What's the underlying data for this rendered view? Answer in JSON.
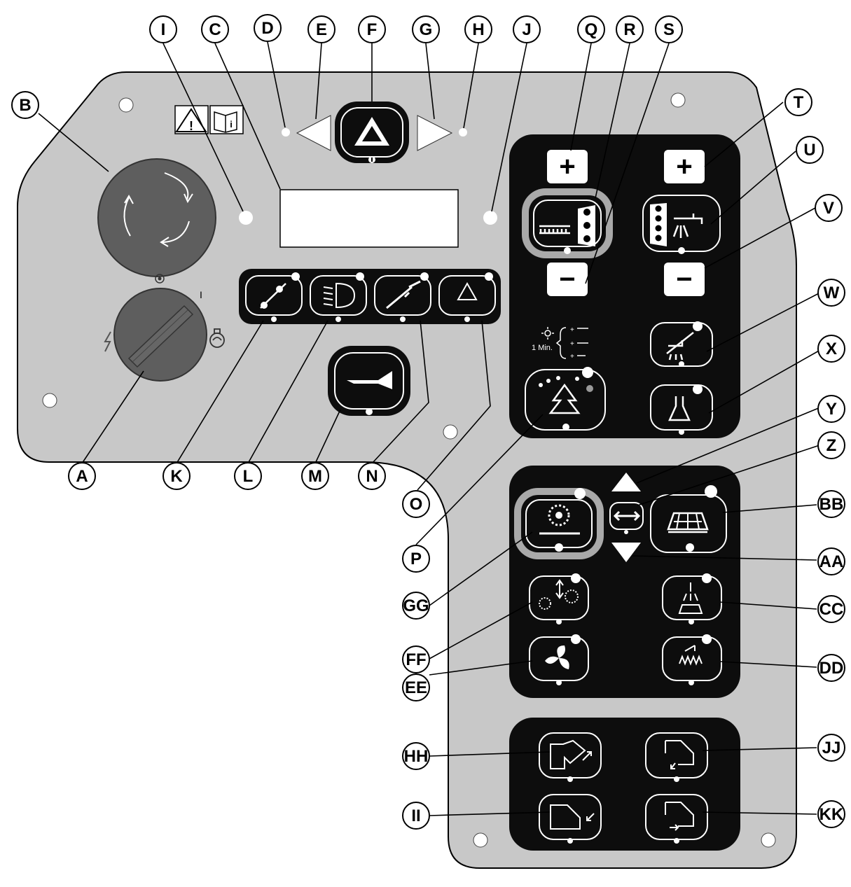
{
  "callouts": [
    "A",
    "B",
    "C",
    "D",
    "E",
    "F",
    "G",
    "H",
    "I",
    "J",
    "K",
    "L",
    "M",
    "N",
    "O",
    "P",
    "Q",
    "R",
    "S",
    "T",
    "U",
    "V",
    "W",
    "X",
    "Y",
    "Z",
    "AA",
    "BB",
    "CC",
    "DD",
    "EE",
    "FF",
    "GG",
    "HH",
    "II",
    "JJ",
    "KK"
  ],
  "panel_text": {
    "timer_label": "1 Min.",
    "plus": "+",
    "minus": "−",
    "key_off_mark": "I"
  },
  "colors": {
    "panel": "#c8c8c8",
    "knob": "#5e5e5e",
    "dark": "#0d0d0d",
    "highlight": "#a9a9a9"
  },
  "icons": {
    "A": "ignition-key-icon",
    "B": "emergency-stop-icon",
    "C": "lcd-display",
    "F": "hazard-warning-icon",
    "K": "speed-mode-icon",
    "L": "headlight-icon",
    "M": "horn-icon",
    "N": "wand-icon",
    "O": "recycle-icon",
    "R": "brush-pressure-icon",
    "U": "water-flow-icon",
    "W": "spray-off-icon",
    "X": "detergent-icon",
    "P": "eco-mode-icon",
    "Y": "side-brush-icon",
    "CC": "main-brush-icon",
    "GG": "brush-lift-icon",
    "DD": "brush-spray-icon",
    "FF": "vacuum-fan-icon",
    "EE": "filter-shaker-icon",
    "HH": "hopper-dump-icon",
    "II": "hopper-lower-icon",
    "JJ": "door-open-icon",
    "KK": "door-close-icon"
  }
}
